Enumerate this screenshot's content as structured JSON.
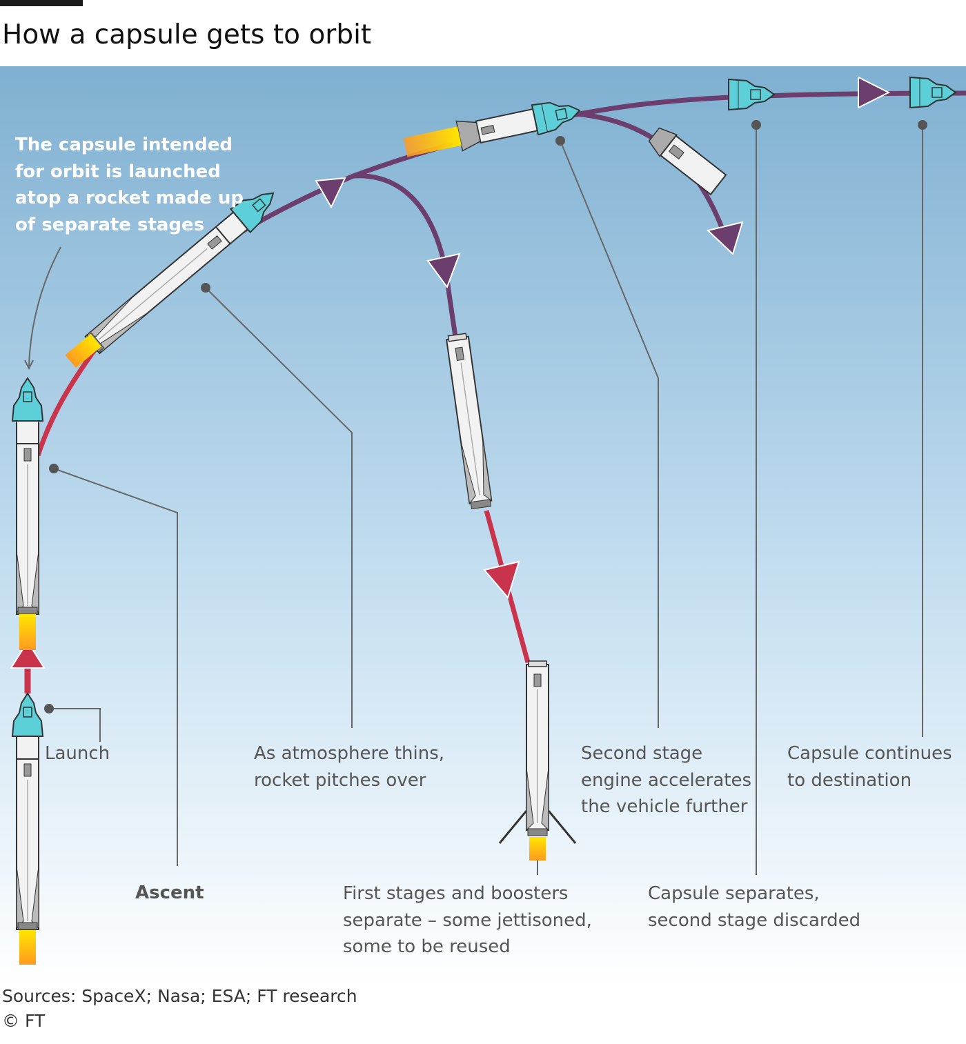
{
  "title": "How a capsule gets to orbit",
  "intro": [
    "The capsule intended",
    "for orbit is launched",
    "atop a rocket made up",
    "of separate stages"
  ],
  "labels": {
    "launch": "Launch",
    "ascent": "Ascent",
    "pitch": [
      "As atmosphere thins,",
      "rocket pitches over"
    ],
    "separation": [
      "First stages and boosters",
      "separate – some jettisoned,",
      "some to be reused"
    ],
    "second_stage": [
      "Second stage",
      "engine accelerates",
      "the vehicle further"
    ],
    "capsule_sep": [
      "Capsule separates,",
      "second stage discarded"
    ],
    "continues": [
      "Capsule continues",
      "to destination"
    ]
  },
  "source": "Sources: SpaceX; Nasa; ESA; FT research",
  "copyright": "© FT",
  "colors": {
    "sky_top": "#7fb0d1",
    "sky_bottom": "#ffffff",
    "orbit_path": "#6b3e6e",
    "ascent_path": "#c9334b",
    "capsule": "#5ccfd9",
    "flame": "#ffd000",
    "leader_line": "#666666"
  },
  "icons": [
    "rocket-icon",
    "capsule-icon",
    "second-stage-icon",
    "first-stage-icon",
    "arrow-icon"
  ]
}
